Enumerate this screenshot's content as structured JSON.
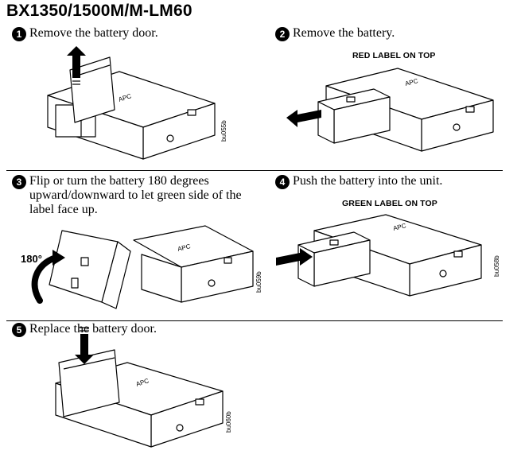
{
  "document": {
    "title": "BX1350/1500M/M-LM60"
  },
  "steps": [
    {
      "number": "1",
      "text": "Remove the battery door."
    },
    {
      "number": "2",
      "text": "Remove the battery."
    },
    {
      "number": "3",
      "text": "Flip or turn the battery 180 degrees upward/downward to let green side of the label face up."
    },
    {
      "number": "4",
      "text": "Push the battery into the unit."
    },
    {
      "number": "5",
      "text": "Replace the battery door."
    }
  ],
  "labels": {
    "red_label": "RED LABEL ON TOP",
    "green_label": "GREEN LABEL ON TOP",
    "rotation": "180°"
  },
  "figure_codes": [
    "bu055b",
    "bu059b",
    "bu058b",
    "bu060b"
  ],
  "brand_mark": "APC"
}
